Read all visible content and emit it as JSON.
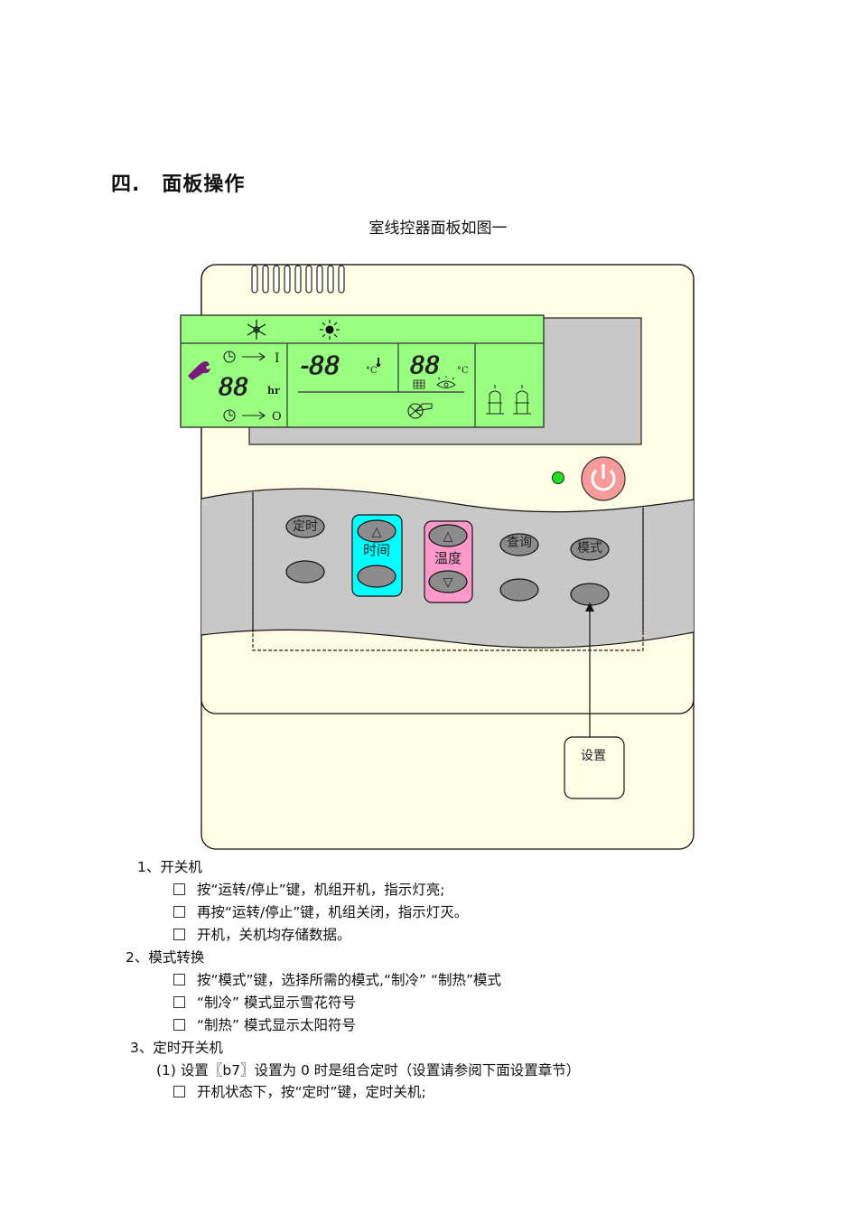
{
  "section": {
    "number": "四.",
    "title": "面板操作"
  },
  "caption": "室线控器面板如图一",
  "panel": {
    "buttons": {
      "timer": "定时",
      "time": "时间",
      "temperature": "温度",
      "query": "查询",
      "mode": "模式",
      "up_arrow": "△",
      "down_arrow": "▽"
    },
    "display": {
      "digits_top": "-88",
      "digits_left": "88",
      "digits_right": "88",
      "unit_c": "°C",
      "unit_hr": "hr",
      "timer_on_mark": "I",
      "timer_off_mark": "O"
    },
    "callout": "设置",
    "colors": {
      "body": "#fefee6",
      "lcd": "#99ff80",
      "keypad": "#c8c8c8",
      "time_key": "#00ffff",
      "temp_key": "#ff99cc",
      "led": "#22dd22",
      "power": "#f79a9a"
    },
    "icons": [
      "snowflake-icon",
      "sun-icon",
      "wrench-icon",
      "clock-icon",
      "thermometer-icon",
      "fan-icon",
      "eye-icon",
      "valve-icon"
    ]
  },
  "sections": [
    {
      "heading": "1、开关机",
      "items": [
        "按“运转/停止”键，机组开机，指示灯亮;",
        "再按“运转/停止”键，机组关闭，指示灯灭。",
        "开机，关机均存储数据。"
      ]
    },
    {
      "heading": "2、模式转换",
      "items": [
        "按“模式”键，选择所需的模式,“制冷” “制热”模式",
        "“制冷” 模式显示雪花符号",
        "“制热” 模式显示太阳符号"
      ]
    },
    {
      "heading": "3、定时开关机",
      "subheading": "(1) 设置〖b7〗设置为 0 时是组合定时（设置请参阅下面设置章节）",
      "items": [
        "开机状态下，按“定时”键，定时关机;"
      ]
    }
  ]
}
